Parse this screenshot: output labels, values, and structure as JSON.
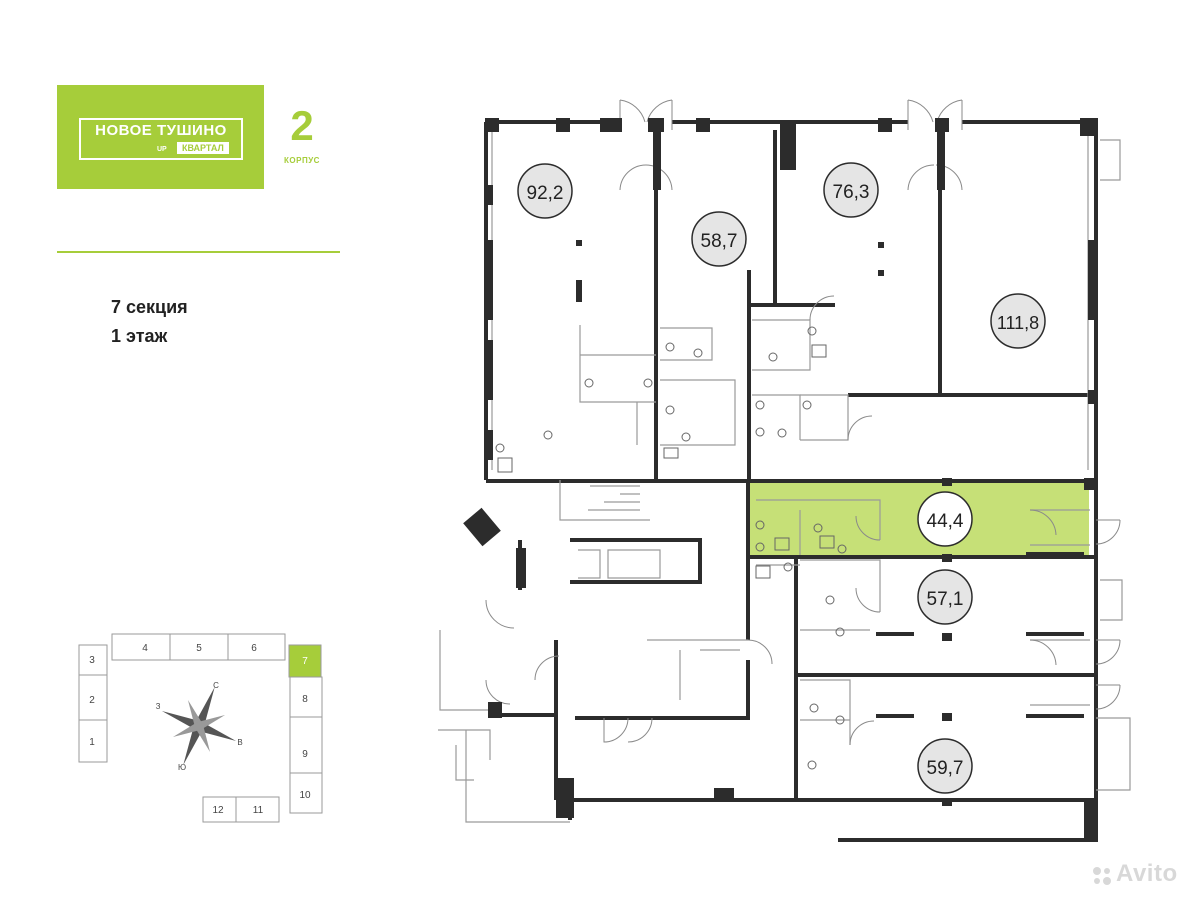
{
  "brand": {
    "name": "НОВОЕ ТУШИНО",
    "up": "UP",
    "kvartal": "КВАРТАЛ",
    "building_number": "2",
    "building_label": "КОРПУС"
  },
  "floor_info": {
    "section": "7 секция",
    "floor": "1 этаж"
  },
  "units": [
    {
      "id": "u922",
      "area": "92,2",
      "selected": false
    },
    {
      "id": "u587",
      "area": "58,7",
      "selected": false
    },
    {
      "id": "u763",
      "area": "76,3",
      "selected": false
    },
    {
      "id": "u1118",
      "area": "111,8",
      "selected": false
    },
    {
      "id": "u444",
      "area": "44,4",
      "selected": true
    },
    {
      "id": "u571",
      "area": "57,1",
      "selected": false
    },
    {
      "id": "u597",
      "area": "59,7",
      "selected": false
    }
  ],
  "key_map": {
    "sections": [
      "1",
      "2",
      "3",
      "4",
      "5",
      "6",
      "7",
      "8",
      "9",
      "10",
      "11",
      "12"
    ],
    "current_section": "7",
    "compass": {
      "north": "С",
      "east": "В",
      "south": "Ю",
      "west": "З"
    }
  },
  "watermark": "Avito",
  "colors": {
    "accent": "#a6cd3a",
    "highlight": "#c6e077",
    "wall": "#2c2c2c",
    "thin_line": "#9a9a9a"
  }
}
